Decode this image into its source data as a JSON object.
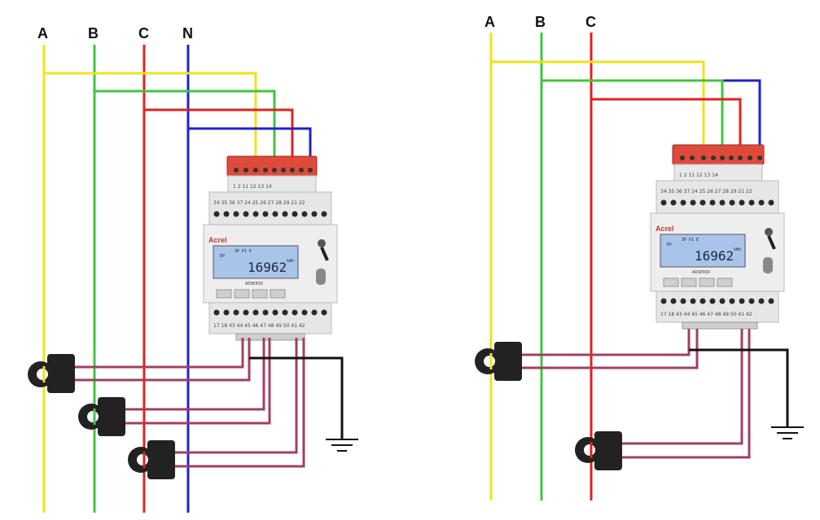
{
  "diagrams": [
    {
      "phase_labels": [
        "A",
        "B",
        "C",
        "N"
      ],
      "meter": {
        "brand": "Acrel",
        "display_value": "16962",
        "model": "ADW300",
        "top_terminals": "1  2       11      12      13      14",
        "mid_terminals": "34 35 36 37 24 25 26 27 28 29 21 22",
        "bottom_terminals": "17 18 43 44 45 46 47 48 49 50 41 42"
      }
    },
    {
      "phase_labels": [
        "A",
        "B",
        "C"
      ],
      "meter": {
        "brand": "Acrel",
        "display_value": "16962",
        "model": "ADW300",
        "top_terminals": "1  2       11      12      13      14",
        "mid_terminals": "34 35 36 37 24 25 26 27 28 29 21 22",
        "bottom_terminals": "17 18 43 44 45 46 47 48 49 50 41 42"
      }
    }
  ],
  "colors": {
    "phase_a": "#f0e21a",
    "phase_b": "#3fc63f",
    "phase_c": "#e02020",
    "neutral": "#2020d0",
    "ct_lead": "#a04060",
    "ground": "#111111"
  }
}
